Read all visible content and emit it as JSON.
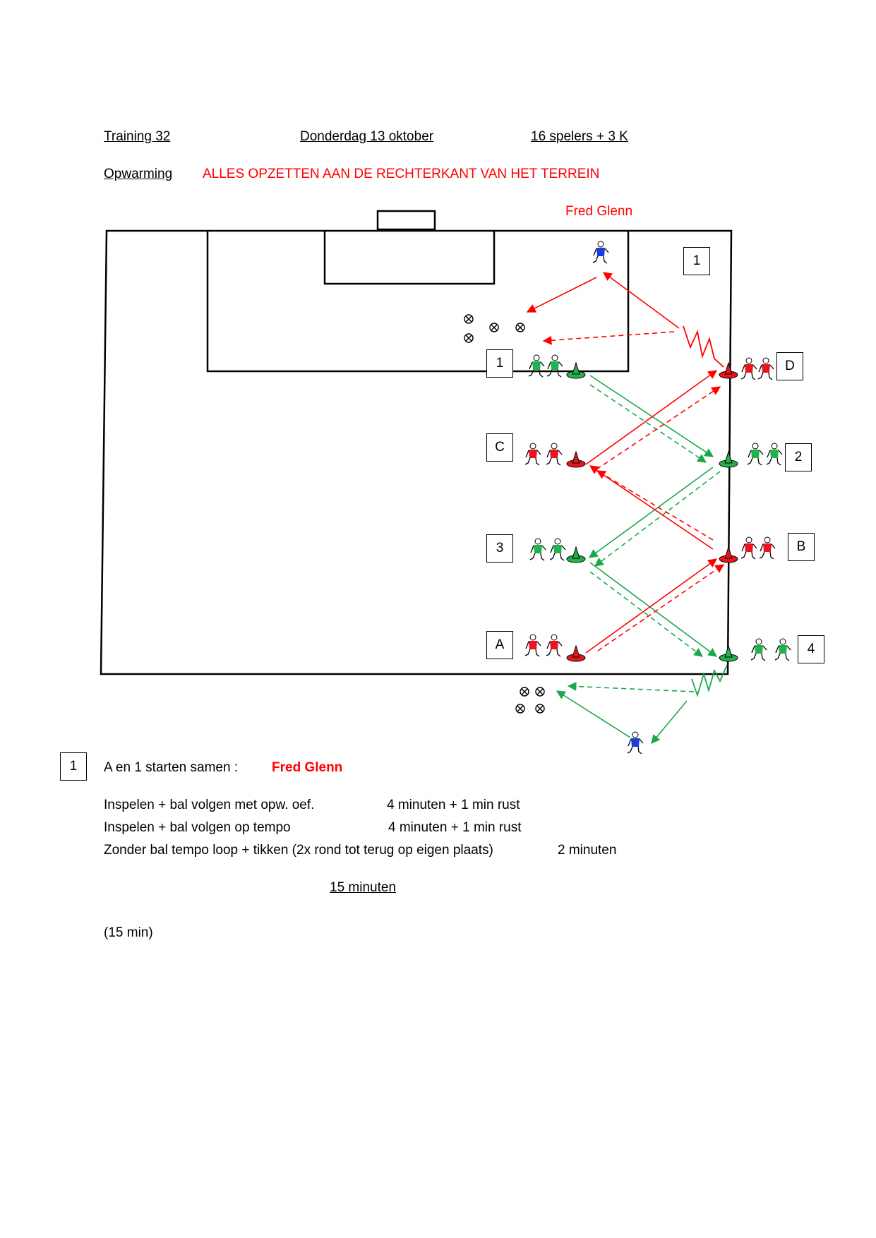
{
  "header": {
    "training": "Training 32",
    "date": "Donderdag 13 oktober",
    "players": "16 spelers + 3 K",
    "section": "Opwarming",
    "instruction": "ALLES OPZETTEN AAN DE RECHTERKANT VAN HET TERREIN"
  },
  "diagram": {
    "coaches_top": "Fred  Glenn",
    "exercise_label": "1",
    "station_labels": {
      "s1": "1",
      "sC": "C",
      "s3": "3",
      "sA": "A",
      "sD": "D",
      "s2": "2",
      "sB": "B",
      "s4": "4"
    },
    "colors": {
      "red_team": "#e8141e",
      "green_team": "#22b14c",
      "coach": "#1a3cd8",
      "arrow_red": "#ff0000",
      "arrow_green": "#1aa84a"
    }
  },
  "exercise": {
    "number": "1",
    "intro": "A en 1 starten samen :",
    "coaches": "Fred  Glenn",
    "lines": [
      {
        "text": "Inspelen + bal volgen met opw. oef.",
        "duration": "4 minuten + 1 min rust"
      },
      {
        "text": "Inspelen + bal volgen op tempo",
        "duration": "4 minuten + 1 min rust"
      },
      {
        "text": "Zonder bal tempo loop + tikken (2x rond tot terug op eigen plaats)",
        "duration": "2 minuten"
      }
    ],
    "total": "15 minuten",
    "footer": "(15 min)"
  }
}
